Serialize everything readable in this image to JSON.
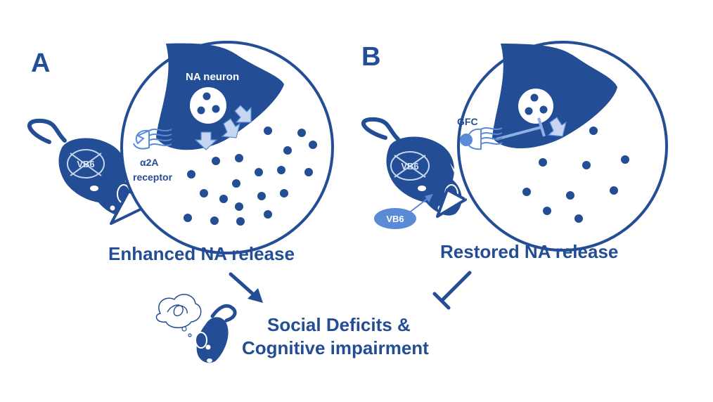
{
  "panels": {
    "a": {
      "letter": "A",
      "neuron_label": "NA neuron",
      "receptor_line1": "α2A",
      "receptor_line2": "receptor",
      "knockout_gene": "VB6",
      "outcome": "Enhanced NA release"
    },
    "b": {
      "letter": "B",
      "drug_label": "GFC",
      "knockout_gene": "VB6",
      "rescue_gene": "VB6",
      "outcome": "Restored NA release"
    }
  },
  "result": {
    "line1": "Social Deficits &",
    "line2": "Cognitive impairment"
  },
  "colors": {
    "primary": "#234d94",
    "light": "#5b8ad6",
    "pale": "#c6d6f0"
  }
}
